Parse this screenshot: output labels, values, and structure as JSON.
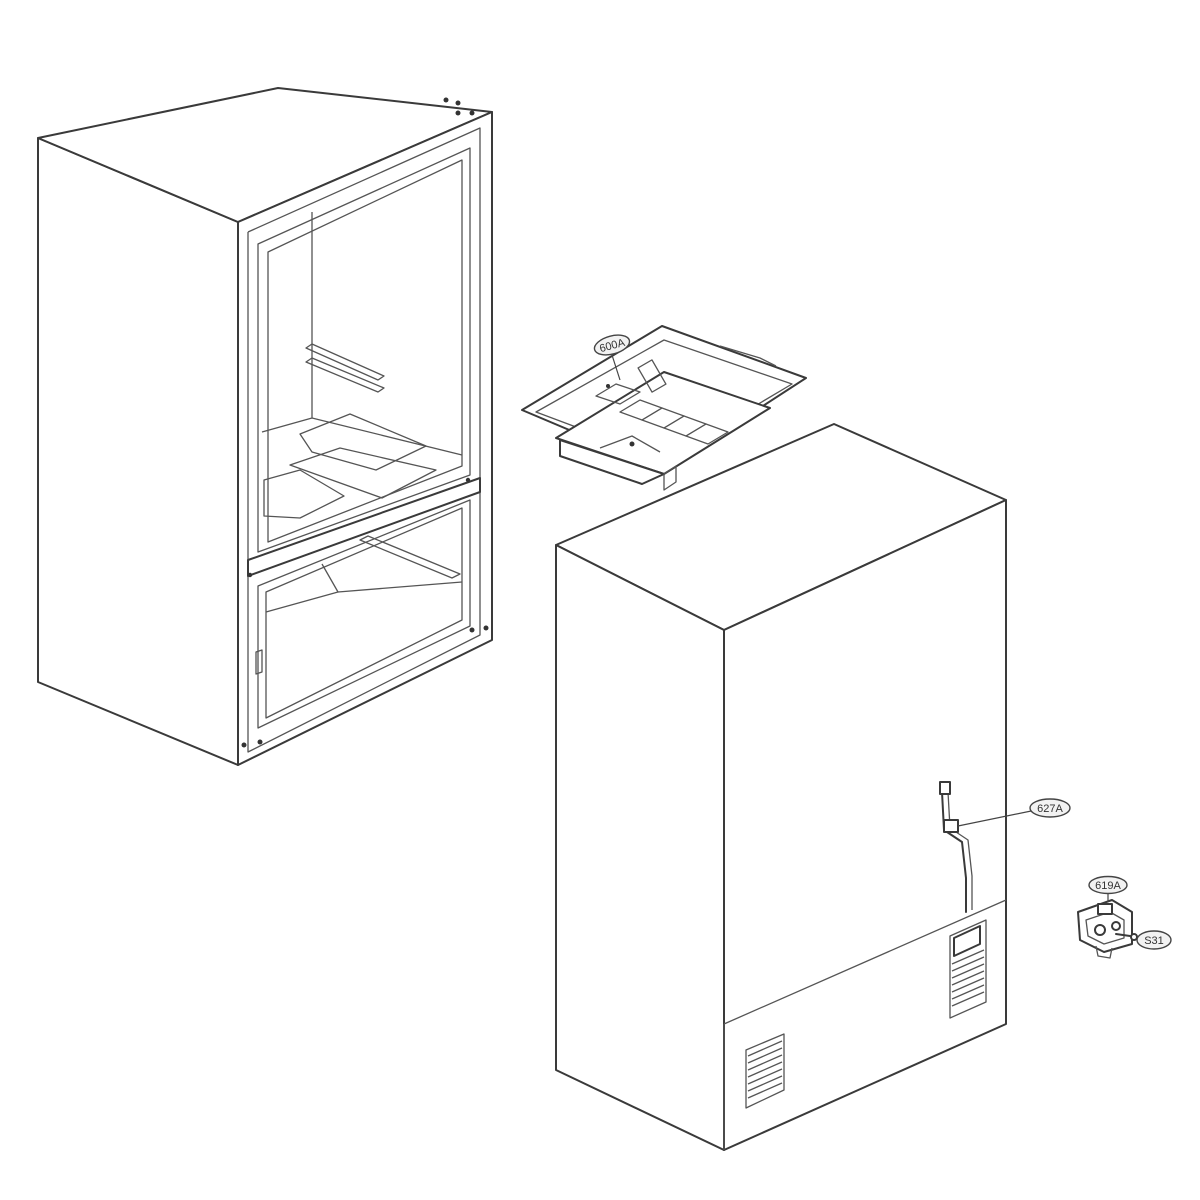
{
  "callouts": {
    "ice_bucket": "600A",
    "water_tube": "627A",
    "valve": "619A",
    "screw": "S31"
  }
}
